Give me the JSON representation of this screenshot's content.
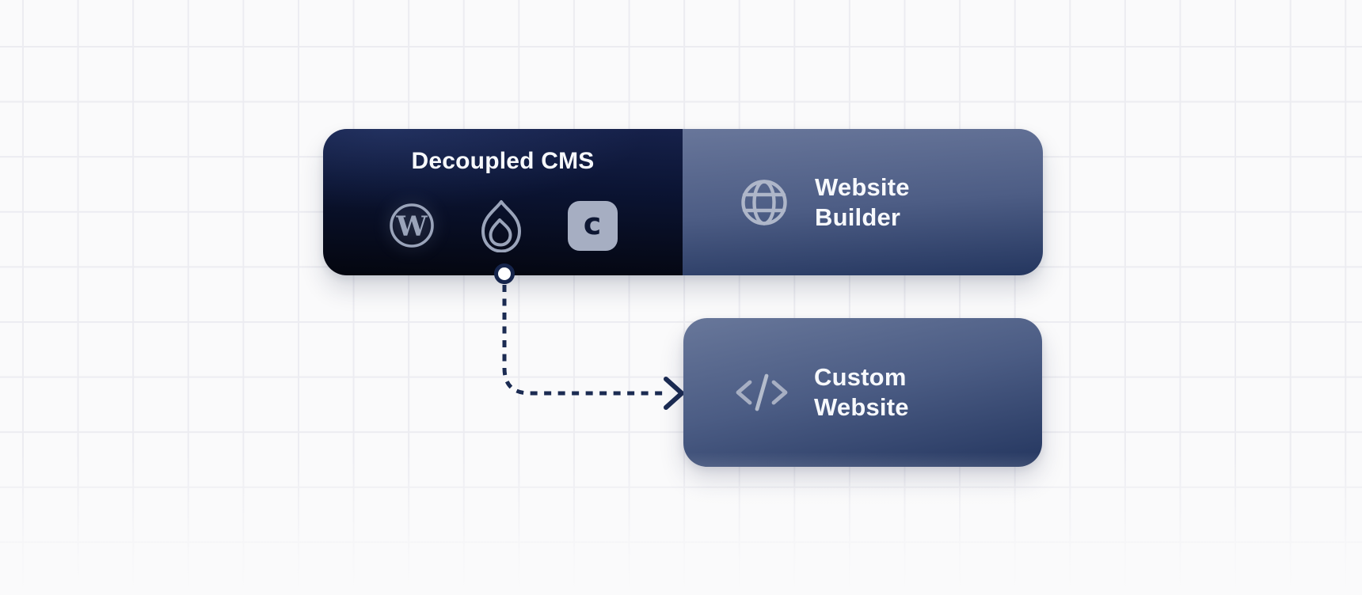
{
  "diagram": {
    "cms_node": {
      "title": "Decoupled CMS",
      "icons": [
        {
          "name": "wordpress-icon",
          "letter": "W"
        },
        {
          "name": "drupal-icon"
        },
        {
          "name": "letter-c-icon",
          "letter": "c"
        }
      ]
    },
    "website_builder_node": {
      "icon": "globe-icon",
      "label_line1": "Website",
      "label_line2": "Builder"
    },
    "custom_website_node": {
      "icon": "code-icon",
      "label_line1": "Custom",
      "label_line2": "Website"
    },
    "connector": {
      "style": "dashed-arrow",
      "from": "cms_node",
      "to": "custom_website_node"
    },
    "colors": {
      "background": "#FAFAFB",
      "grid_line": "#ECECF1",
      "dark_navy_top": "#16214A",
      "dark_navy_bottom": "#04060F",
      "slate_top": "#68769A",
      "slate_bottom": "#24365F",
      "connector_navy": "#1B2B52",
      "icon_muted": "#A7AFC3",
      "badge_fill": "#A6AEC2",
      "text_white": "#F7F9FC"
    }
  }
}
